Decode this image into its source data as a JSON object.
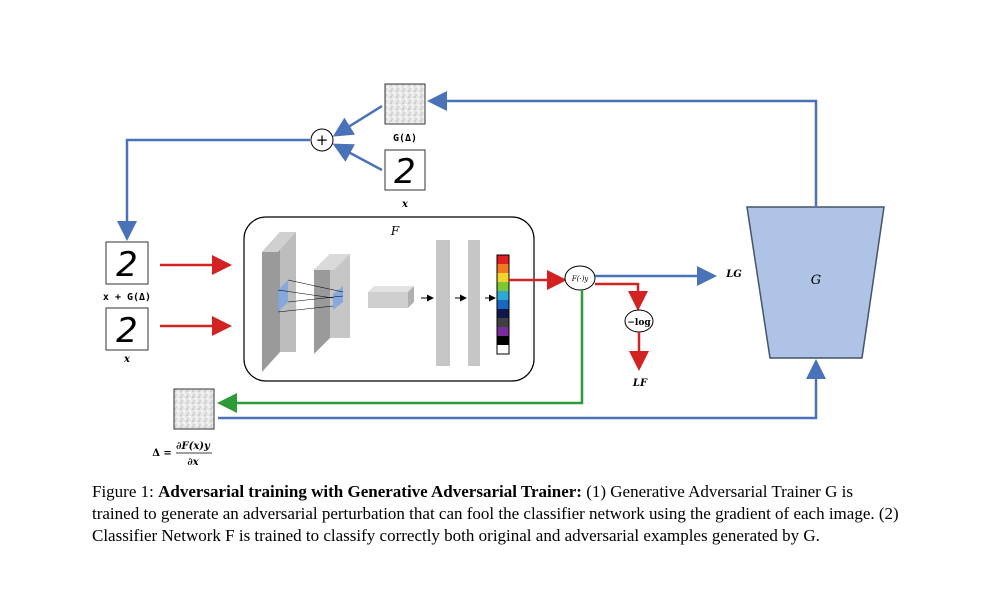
{
  "diagram": {
    "labels": {
      "g_delta": "G(Δ)",
      "x_top": "x",
      "x_plus": "x + G(Δ)",
      "x_bottom": "x",
      "F": "F",
      "F_out": "F(·)y",
      "neg_log": "−log",
      "LF": "LF",
      "LG": "LG",
      "G": "G",
      "plus": "+",
      "delta_lhs": "Δ =",
      "delta_num": "∂F(x)y",
      "delta_den": "∂x",
      "digit": "2"
    },
    "colors": {
      "blue_arrow": "#4a72b8",
      "red_arrow": "#d22222",
      "green_arrow": "#2e9a3a",
      "generator_fill": "#aec3e6",
      "generator_stroke": "#44546a",
      "layer_fill": "#b4b4b4",
      "output_bar": [
        "#e02020",
        "#f07a20",
        "#f2d430",
        "#7cc832",
        "#2ea6d6",
        "#1868c0",
        "#10184a",
        "#404040",
        "#7a2d9a",
        "#000000",
        "#ffffff"
      ]
    }
  },
  "caption": {
    "prefix": "Figure 1: ",
    "title": "Adversarial training with Generative Adversarial Trainer:",
    "body": " (1) Generative Adversarial Trainer G is trained to generate an adversarial perturbation that can fool the classifier network using the gradient of each image. (2) Classifier Network F is trained to classify correctly both original and adversarial examples generated by G."
  }
}
